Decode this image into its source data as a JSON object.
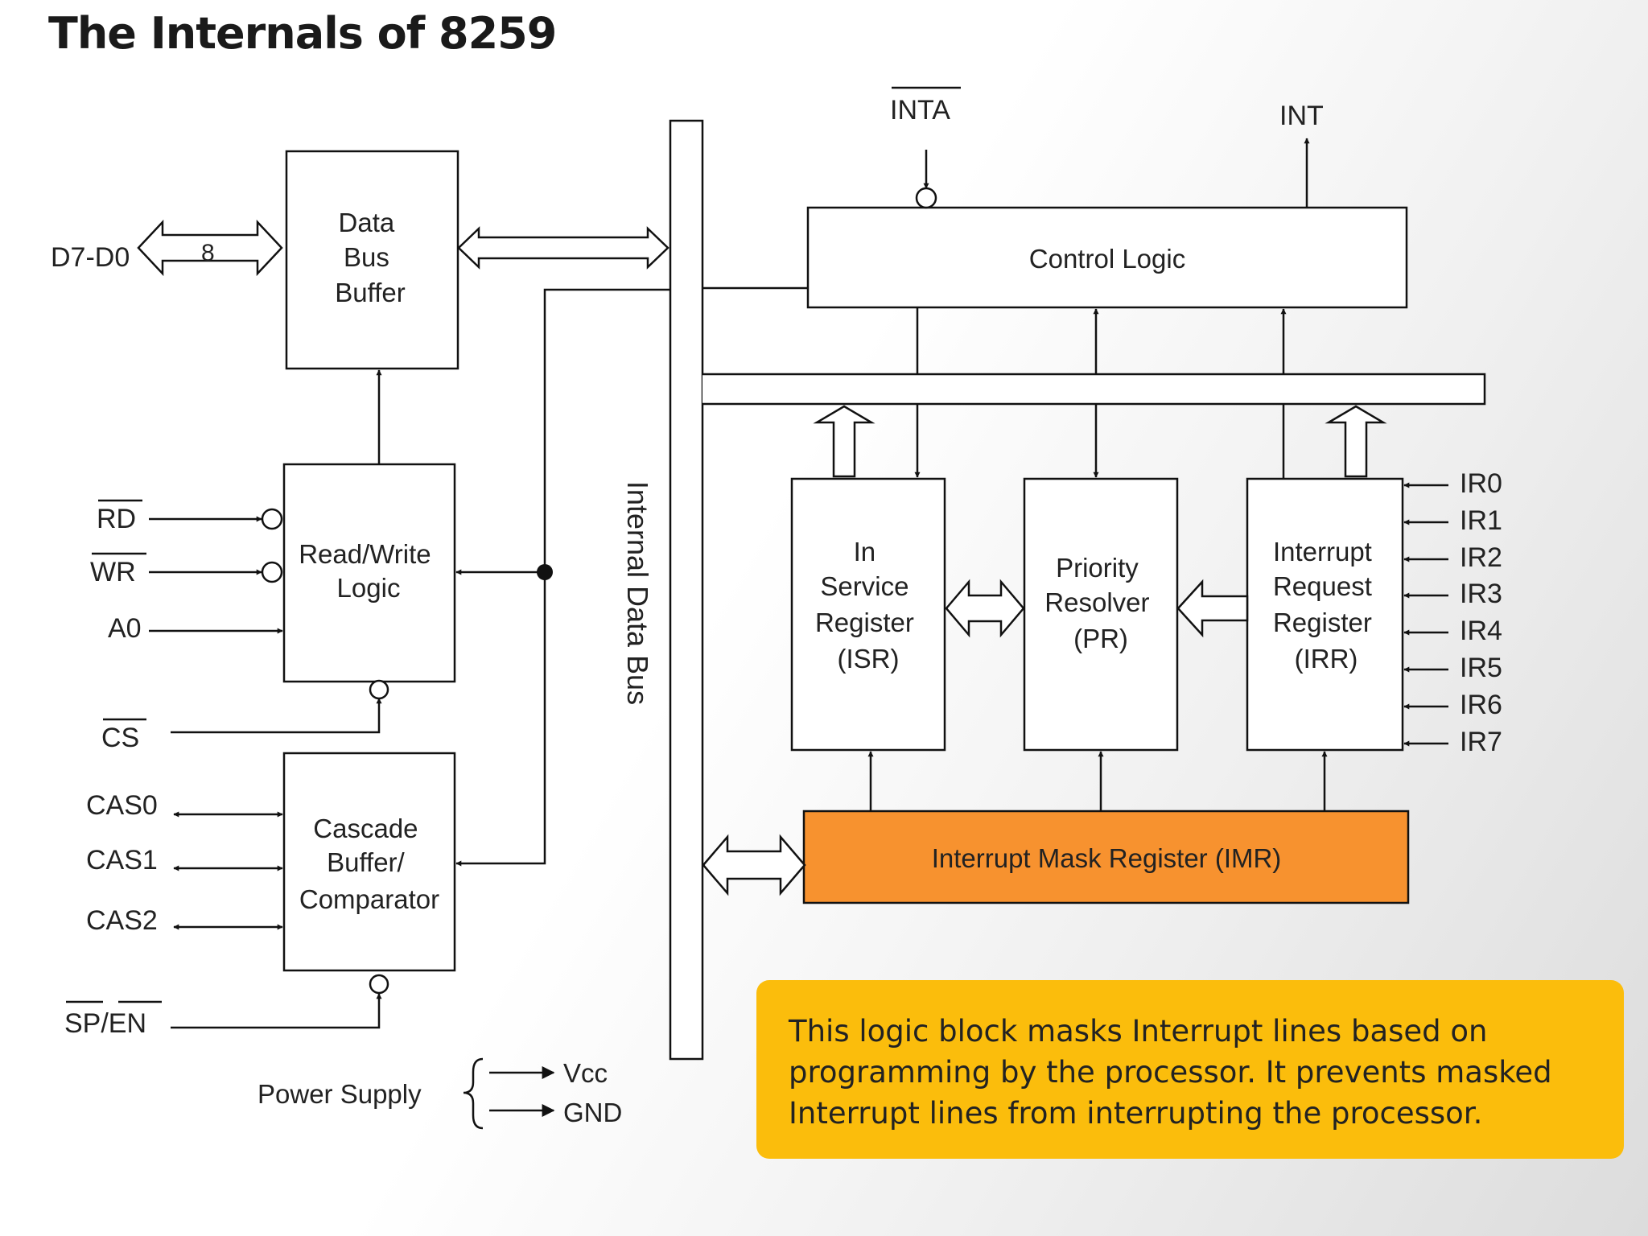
{
  "title": "The Internals of 8259",
  "blocks": {
    "data_bus_buffer": [
      "Data",
      "Bus",
      "Buffer"
    ],
    "read_write_logic": [
      "Read/Write",
      "Logic"
    ],
    "cascade": [
      "Cascade",
      "Buffer/",
      "Comparator"
    ],
    "control_logic": "Control Logic",
    "isr": [
      "In",
      "Service",
      "Register",
      "(ISR)"
    ],
    "pr": [
      "Priority",
      "Resolver",
      "(PR)"
    ],
    "irr": [
      "Interrupt",
      "Request",
      "Register",
      "(IRR)"
    ],
    "imr": "Interrupt Mask Register (IMR)"
  },
  "signals": {
    "data_bus": "D7-D0",
    "data_bus_width": "8",
    "rd": "RD",
    "wr": "WR",
    "a0": "A0",
    "cs": "CS",
    "cas": [
      "CAS0",
      "CAS1",
      "CAS2"
    ],
    "sp_en": "SP/EN",
    "inta": "INTA",
    "int": "INT",
    "ir": [
      "IR0",
      "IR1",
      "IR2",
      "IR3",
      "IR4",
      "IR5",
      "IR6",
      "IR7"
    ],
    "power_supply": "Power Supply",
    "vcc": "Vcc",
    "gnd": "GND"
  },
  "internal_bus_label": "Internal Data Bus",
  "note": "This logic block masks Interrupt lines based on programming by the processor. It prevents masked Interrupt lines from interrupting the processor.",
  "colors": {
    "imr_fill": "#f7922f",
    "note_fill": "#fbbd0c"
  }
}
